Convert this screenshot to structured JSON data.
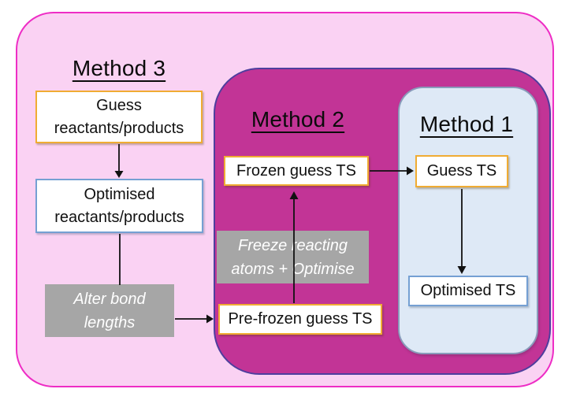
{
  "diagram": {
    "method3": {
      "heading": "Method 3",
      "boxes": {
        "guess_reactants": "Guess\nreactants/products",
        "optimised_reactants": "Optimised\nreactants/products",
        "alter_bond": "Alter bond\nlengths"
      }
    },
    "method2": {
      "heading": "Method 2",
      "boxes": {
        "frozen_guess_ts": "Frozen guess TS",
        "freeze_optimise": "Freeze reacting\natoms + Optimise",
        "pre_frozen_guess_ts": "Pre-frozen guess TS"
      }
    },
    "method1": {
      "heading": "Method 1",
      "boxes": {
        "guess_ts": "Guess TS",
        "optimised_ts": "Optimised TS"
      }
    },
    "colors": {
      "outer_fill": "#FAD2F3",
      "outer_border": "#EE2DC5",
      "method2_fill": "#C23496",
      "method2_border": "#4E3E9E",
      "method1_fill": "#DEE9F6",
      "method1_border": "#8A9CBB",
      "gold_border": "#F0AC33",
      "blue_border": "#75A0D3",
      "gray_fill": "#A6A6A6",
      "arrow": "#111111"
    }
  }
}
